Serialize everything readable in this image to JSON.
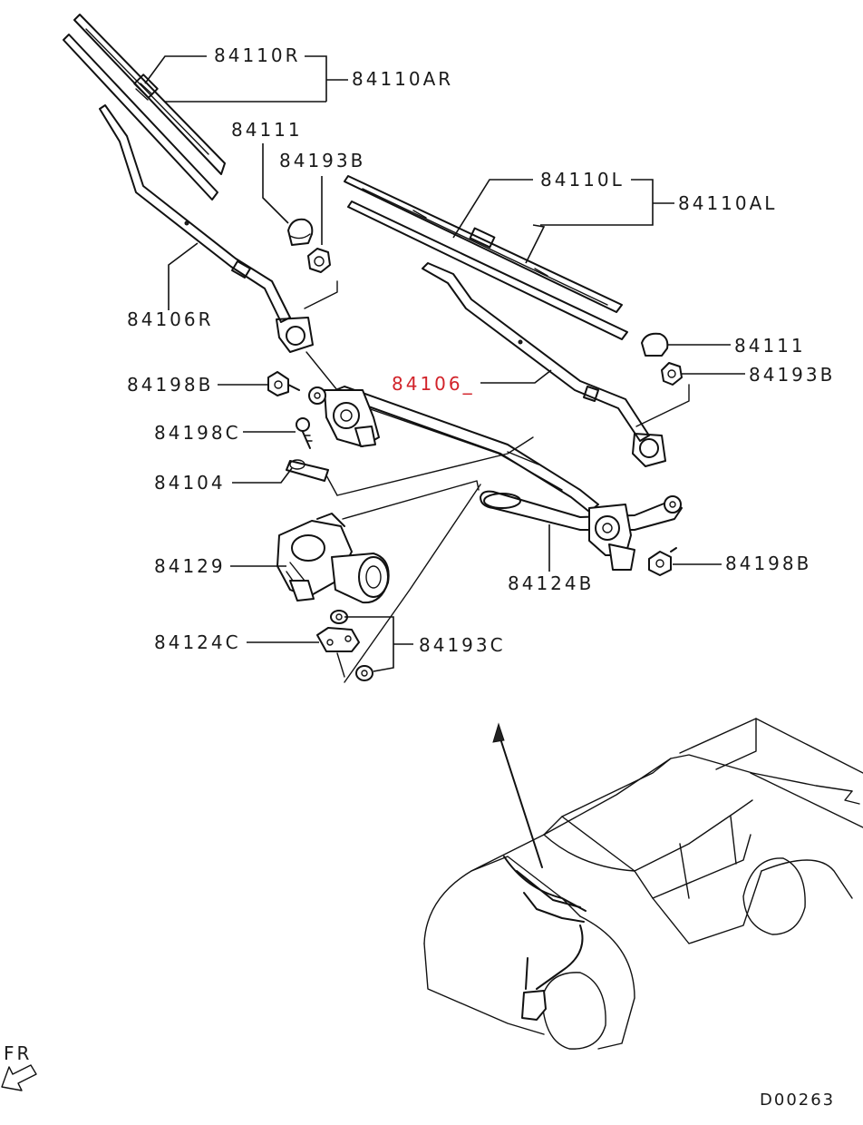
{
  "labels": {
    "blade_r": "84110R",
    "blade_ar": "84110AR",
    "cap_r": "84111",
    "nut_r": "84193B",
    "blade_l": "84110L",
    "blade_al": "84110AL",
    "arm_r": "84106R",
    "cap_l": "84111",
    "nut_l": "84193B",
    "arm_l": "84106_",
    "bolt_b_left": "84198B",
    "bolt_c": "84198C",
    "bush": "84104",
    "motor": "84129",
    "link_b": "84124B",
    "bolt_b_right": "84198B",
    "bracket_c": "84124C",
    "nut_c": "84193C",
    "front_marker": "FR",
    "diagram_code": "D00263"
  },
  "colors": {
    "line": "#111111",
    "label_text": "#1a1a1a",
    "highlight_label": "#d2232a",
    "background": "#ffffff"
  },
  "icons": {
    "front_direction": "fr-arrow-icon"
  }
}
